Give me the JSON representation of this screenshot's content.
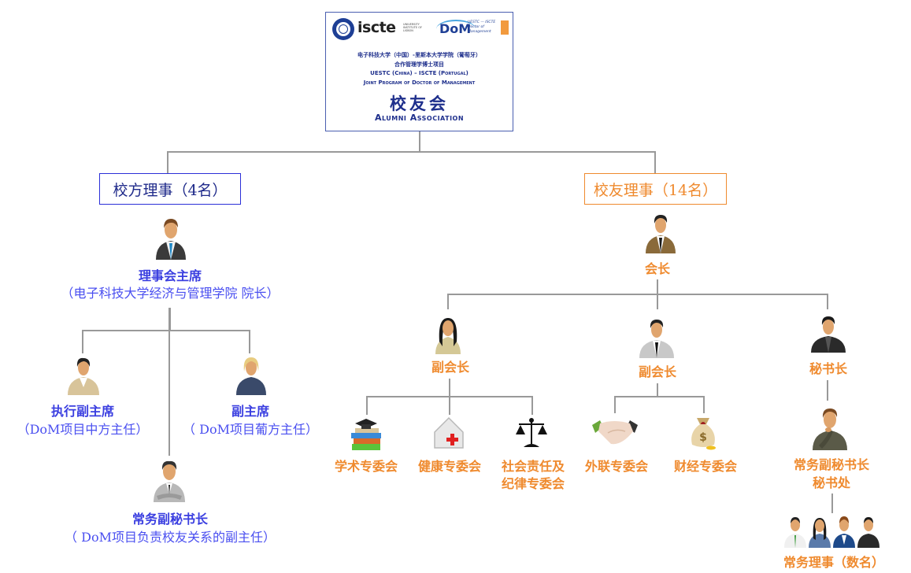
{
  "header": {
    "logo_left": "iscte",
    "logo_left_sub": "UNIVERSITY INSTITUTE OF LISBON",
    "logo_right": "DoM",
    "logo_right_sub": "UESTC — ISCTE Doctor of Management",
    "line1": "电子科技大学（中国）-里斯本大学学院（葡萄牙）",
    "line2": "合作管理学博士项目",
    "line3": "UESTC (China) – ISCTE (Portugal)",
    "line4": "Joint Program of Doctor of Management",
    "title_cn": "校友会",
    "title_en": "Alumni Association"
  },
  "colors": {
    "school_side": "#3a3ee0",
    "alumni_side": "#ef8a2e",
    "connector": "#999999",
    "header_text": "#1e2f8c"
  },
  "school_branch": {
    "group_label": "校方理事（4名）",
    "chair": {
      "title": "理事会主席",
      "subtitle": "（电子科技大学经济与管理学院  院长）"
    },
    "exec_vice_chair": {
      "title": "执行副主席",
      "subtitle": "（DoM项目中方主任）"
    },
    "vice_chair": {
      "title": "副主席",
      "subtitle": "（ DoM项目葡方主任）"
    },
    "deputy_secretary": {
      "title": "常务副秘书长",
      "subtitle": "（ DoM项目负责校友关系的副主任）"
    }
  },
  "alumni_branch": {
    "group_label": "校友理事（14名）",
    "president": {
      "title": "会长"
    },
    "vice_president_1": {
      "title": "副会长",
      "committees": [
        {
          "label": "学术专委会",
          "icon": "books-graduation-cap-icon"
        },
        {
          "label": "健康专委会",
          "icon": "medical-house-icon"
        },
        {
          "label": "社会责任及\n纪律专委会",
          "line1": "社会责任及",
          "line2": "纪律专委会",
          "icon": "scales-of-justice-icon"
        }
      ]
    },
    "vice_president_2": {
      "title": "副会长",
      "committees": [
        {
          "label": "外联专委会",
          "icon": "handshake-icon"
        },
        {
          "label": "财经专委会",
          "icon": "money-bag-icon"
        }
      ]
    },
    "secretary_general": {
      "title": "秘书长"
    },
    "deputy_secretary_office": {
      "line1": "常务副秘书长",
      "line2": "秘书处"
    },
    "executive_directors": {
      "title": "常务理事（数名）"
    }
  }
}
